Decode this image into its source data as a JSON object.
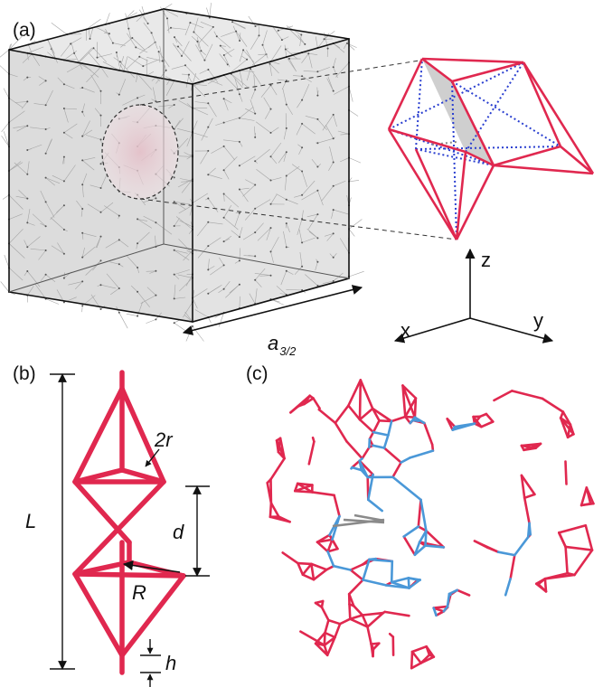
{
  "panels": {
    "a": {
      "label": "(a)"
    },
    "b": {
      "label": "(b)"
    },
    "c": {
      "label": "(c)"
    }
  },
  "panel_a": {
    "lattice_symbol": "a",
    "lattice_subscript": "3/2",
    "axes": {
      "x": "x",
      "y": "y",
      "z": "z"
    }
  },
  "panel_b": {
    "length": "L",
    "diameter": "2r",
    "spacing": "d",
    "radius": "R",
    "height": "h"
  },
  "colors": {
    "strut_red": "#e0284f",
    "strut_blue": "#4a98d8",
    "dotted_blue": "#2a3fd0",
    "lattice_gray": "#9a9a9a",
    "highlight_pink": "#e8c8cf",
    "ink": "#111111"
  }
}
